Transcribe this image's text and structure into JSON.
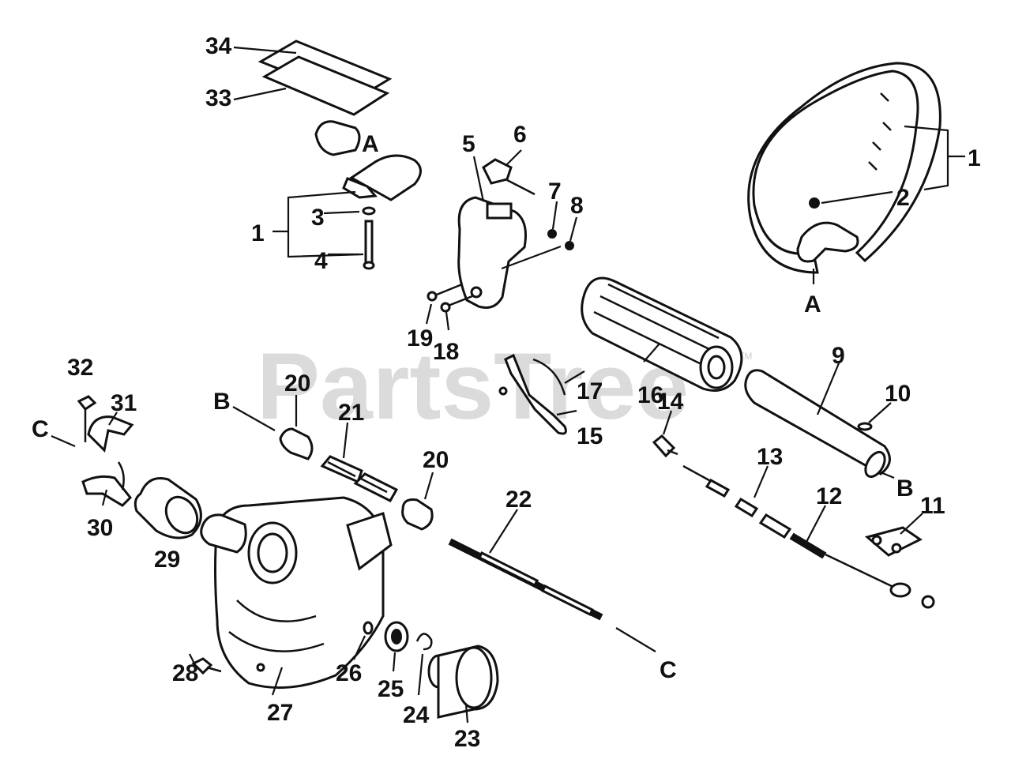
{
  "watermark": {
    "text": "PartsTree",
    "tm": "TM"
  },
  "callouts": [
    {
      "id": "c34",
      "text": "34"
    },
    {
      "id": "c33",
      "text": "33"
    },
    {
      "id": "cA1",
      "text": "A"
    },
    {
      "id": "c1a",
      "text": "1"
    },
    {
      "id": "c3",
      "text": "3"
    },
    {
      "id": "c4",
      "text": "4"
    },
    {
      "id": "c5",
      "text": "5"
    },
    {
      "id": "c6",
      "text": "6"
    },
    {
      "id": "c7",
      "text": "7"
    },
    {
      "id": "c8",
      "text": "8"
    },
    {
      "id": "c19",
      "text": "19"
    },
    {
      "id": "c18",
      "text": "18"
    },
    {
      "id": "c1b",
      "text": "1"
    },
    {
      "id": "c2",
      "text": "2"
    },
    {
      "id": "cA2",
      "text": "A"
    },
    {
      "id": "c16",
      "text": "16"
    },
    {
      "id": "c17",
      "text": "17"
    },
    {
      "id": "c15",
      "text": "15"
    },
    {
      "id": "c9",
      "text": "9"
    },
    {
      "id": "c10",
      "text": "10"
    },
    {
      "id": "c14",
      "text": "14"
    },
    {
      "id": "cB2",
      "text": "B"
    },
    {
      "id": "c13",
      "text": "13"
    },
    {
      "id": "c12",
      "text": "12"
    },
    {
      "id": "c11",
      "text": "11"
    },
    {
      "id": "c32",
      "text": "32"
    },
    {
      "id": "c31",
      "text": "31"
    },
    {
      "id": "cC1",
      "text": "C"
    },
    {
      "id": "c30",
      "text": "30"
    },
    {
      "id": "c29",
      "text": "29"
    },
    {
      "id": "cB1",
      "text": "B"
    },
    {
      "id": "c20a",
      "text": "20"
    },
    {
      "id": "c21",
      "text": "21"
    },
    {
      "id": "c20b",
      "text": "20"
    },
    {
      "id": "c22",
      "text": "22"
    },
    {
      "id": "cC2",
      "text": "C"
    },
    {
      "id": "c28",
      "text": "28"
    },
    {
      "id": "c27",
      "text": "27"
    },
    {
      "id": "c26",
      "text": "26"
    },
    {
      "id": "c25",
      "text": "25"
    },
    {
      "id": "c24",
      "text": "24"
    },
    {
      "id": "c23",
      "text": "23"
    }
  ]
}
